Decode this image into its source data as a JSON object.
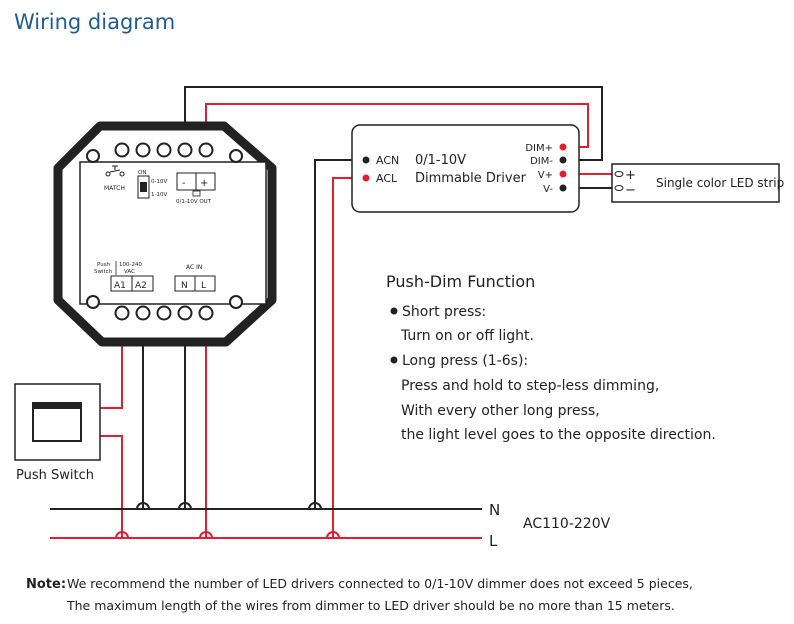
{
  "title": "Wiring diagram",
  "dimmer": {
    "match_label": "MATCH",
    "on_label": "ON",
    "dip1": "0-10V",
    "dip2": "1-10V",
    "minus": "-",
    "plus": "+",
    "out_label": "0/1-10V OUT",
    "push_label": "Push",
    "switch_label": "Switch",
    "vac_range": "100-240",
    "vac_unit": "VAC",
    "acin_label": "AC IN",
    "a1": "A1",
    "a2": "A2",
    "n": "N",
    "l": "L"
  },
  "driver": {
    "acn": "ACN",
    "acl": "ACL",
    "name_line1": "0/1-10V",
    "name_line2": "Dimmable Driver",
    "dim_plus": "DIM+",
    "dim_minus": "DIM-",
    "v_plus": "V+",
    "v_minus": "V-"
  },
  "strip": {
    "label": "Single color LED strip",
    "plus": "+",
    "minus": "−"
  },
  "push_switch": {
    "label": "Push Switch"
  },
  "mains": {
    "n": "N",
    "l": "L",
    "voltage": "AC110-220V"
  },
  "function": {
    "heading": "Push-Dim Function",
    "short_title": "Short press:",
    "short_desc": "Turn on or off light.",
    "long_title": "Long press (1-6s):",
    "long_line1": "Press and hold to step-less dimming,",
    "long_line2": "With every other long press,",
    "long_line3": "the light level goes to the opposite direction."
  },
  "note": {
    "prefix": "Note:",
    "line1": "We recommend the number of LED drivers connected to 0/1-10V dimmer does not exceed 5 pieces,",
    "line2": "The maximum length of the wires from dimmer to LED driver should be no more than 15 meters."
  }
}
